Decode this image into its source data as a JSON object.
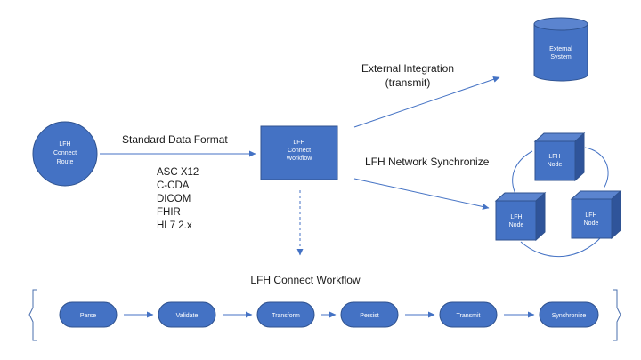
{
  "colors": {
    "fill": "#4472c4",
    "fill_dark": "#2f549a",
    "fill_top": "#5b84cf",
    "stroke": "#2f528f",
    "line": "#4472c4",
    "text": "#1a1a1a",
    "bracket": "#4a6fae"
  },
  "route": {
    "line1": "LFH",
    "line2": "Connect",
    "line3": "Route"
  },
  "workflow_box": {
    "line1": "LFH",
    "line2": "Connect",
    "line3": "Workflow"
  },
  "external_system": {
    "line1": "External",
    "line2": "System"
  },
  "cube_top": {
    "line1": "LFH",
    "line2": "Node"
  },
  "cube_left": {
    "line1": "LFH",
    "line2": "Node"
  },
  "cube_right": {
    "line1": "LFH",
    "line2": "Node"
  },
  "labels": {
    "standard_format": "Standard Data Format",
    "formats": [
      "ASC X12",
      "C-CDA",
      "DICOM",
      "FHIR",
      "HL7 2.x"
    ],
    "external_integration_1": "External Integration",
    "external_integration_2": "(transmit)",
    "network_sync": "LFH Network Synchronize",
    "workflow_title": "LFH Connect Workflow"
  },
  "steps": [
    "Parse",
    "Validate",
    "Transform",
    "Persist",
    "Transmit",
    "Synchronize"
  ]
}
